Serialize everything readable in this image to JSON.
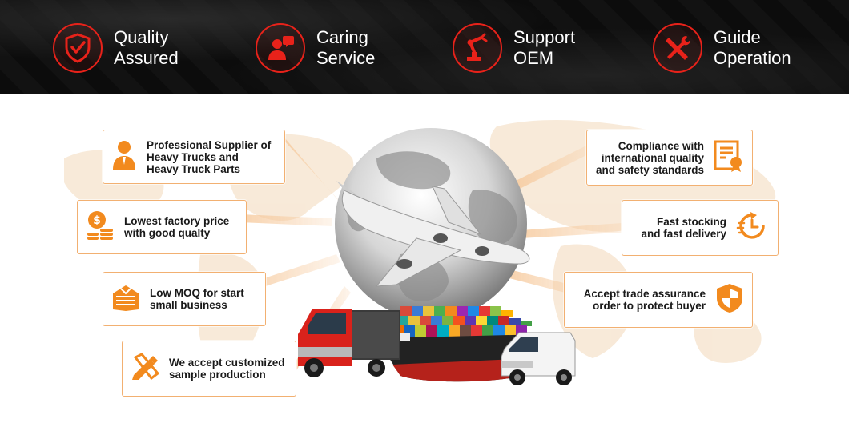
{
  "features": [
    {
      "icon": "shield-check-icon",
      "line1": "Quality",
      "line2": "Assured"
    },
    {
      "icon": "customer-service-icon",
      "line1": "Caring",
      "line2": "Service"
    },
    {
      "icon": "robot-arm-icon",
      "line1": "Support",
      "line2": "OEM"
    },
    {
      "icon": "tools-icon",
      "line1": "Guide",
      "line2": "Operation"
    }
  ],
  "left_items": [
    {
      "icon": "person-icon",
      "lines": [
        "Professional Supplier of",
        "Heavy Trucks and",
        "Heavy Truck Parts"
      ]
    },
    {
      "icon": "coins-icon",
      "lines": [
        "Lowest factory price",
        "with good qualty"
      ]
    },
    {
      "icon": "boxes-icon",
      "lines": [
        "Low MOQ for start",
        "small business"
      ]
    },
    {
      "icon": "pencil-ruler-icon",
      "lines": [
        "We accept customized",
        "sample production"
      ]
    }
  ],
  "right_items": [
    {
      "icon": "certificate-icon",
      "lines": [
        "Compliance with",
        "international quality",
        "and safety standards"
      ]
    },
    {
      "icon": "clock-arrow-icon",
      "lines": [
        "Fast stocking",
        "and fast delivery"
      ]
    },
    {
      "icon": "shield-trade-icon",
      "lines": [
        "Accept trade assurance",
        "order to protect buyer"
      ]
    }
  ],
  "colors": {
    "accent": "#f28a1e",
    "red": "#e8221a",
    "box_border": "#f2b071"
  }
}
